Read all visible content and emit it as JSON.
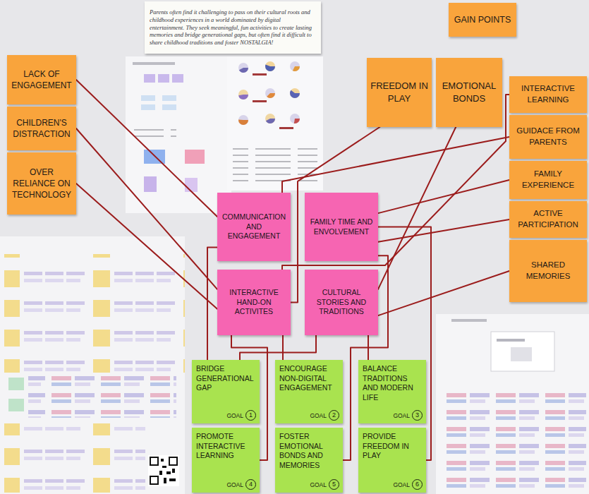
{
  "diagram": {
    "nodes": [
      {
        "text": [
          "Parents often find it challenging to pass on their cultural roots and childhood experiences in a world dominated by digital entertainment. They seek meaningful, fun activities to create lasting memories and bridge generational gaps, but often find it difficult to share childhood traditions and foster NOSTALGIA!"
        ]
      },
      {
        "text": [
          "GAIN POINTS"
        ]
      },
      {
        "text": [
          "LACK OF ENGAGEMENT"
        ]
      },
      {
        "text": [
          "CHILDREN'S DISTRACTION"
        ]
      },
      {
        "text": [
          "OVER RELIANCE ON TECHNOLOGY"
        ]
      },
      {
        "text": [
          "FREEDOM IN PLAY"
        ]
      },
      {
        "text": [
          "EMOTIONAL BONDS"
        ]
      },
      {
        "text": [
          "INTERACTIVE LEARNING"
        ]
      },
      {
        "text": [
          "GUIDACE FROM PARENTS"
        ]
      },
      {
        "text": [
          "FAMILY EXPERIENCE"
        ]
      },
      {
        "text": [
          "ACTIVE PARTICIPATION"
        ]
      },
      {
        "text": [
          "SHARED MEMORIES"
        ]
      },
      {
        "text": [
          "COMMUNICATION AND ENGAGEMENT"
        ]
      },
      {
        "text": [
          "FAMILY TIME AND ENVOLVEMENT"
        ]
      },
      {
        "text": [
          "INTERACTIVE HAND-ON ACTIVITES"
        ]
      },
      {
        "text": [
          "CULTURAL STORIES AND TRADITIONS"
        ]
      },
      {
        "text": [
          "BRIDGE GENERATIONAL GAP",
          "GOAL",
          "1"
        ]
      },
      {
        "text": [
          "ENCOURAGE NON-DIGITAL ENGAGEMENT",
          "GOAL",
          "2"
        ]
      },
      {
        "text": [
          "BALANCE TRADITIONS AND MODERN LIFE",
          "GOAL",
          "3"
        ]
      },
      {
        "text": [
          "PROMOTE INTERACTIVE LEARNING",
          "GOAL",
          "4"
        ]
      },
      {
        "text": [
          "FOSTER EMOTIONAL BONDS AND MEMORIES",
          "GOAL",
          "5"
        ]
      },
      {
        "text": [
          "PROVIDE FREEDOM IN PLAY",
          "GOAL",
          "6"
        ]
      }
    ],
    "edges": [
      {
        "from": 2,
        "to": 12,
        "arrow": "none"
      },
      {
        "from": 3,
        "to": 14,
        "arrow": "none"
      },
      {
        "from": 4,
        "to": 14,
        "arrow": "none"
      },
      {
        "from": 5,
        "to": 14,
        "arrow": "none"
      },
      {
        "from": 6,
        "to": 15,
        "arrow": "none"
      },
      {
        "from": 7,
        "to": 14,
        "arrow": "none"
      },
      {
        "from": 8,
        "to": 12,
        "arrow": "none"
      },
      {
        "from": 9,
        "to": 13,
        "arrow": "none"
      },
      {
        "from": 10,
        "to": 13,
        "arrow": "none"
      },
      {
        "from": 11,
        "to": 15,
        "arrow": "none"
      },
      {
        "from": 12,
        "to": 16,
        "arrow": "none"
      },
      {
        "from": 13,
        "to": 20,
        "arrow": "none"
      },
      {
        "from": 13,
        "to": 21,
        "arrow": "none"
      },
      {
        "from": 14,
        "to": 19,
        "arrow": "none"
      },
      {
        "from": 14,
        "to": 17,
        "arrow": "none"
      },
      {
        "from": 15,
        "to": 18,
        "arrow": "none"
      },
      {
        "from": 15,
        "to": 16,
        "arrow": "none"
      }
    ]
  }
}
